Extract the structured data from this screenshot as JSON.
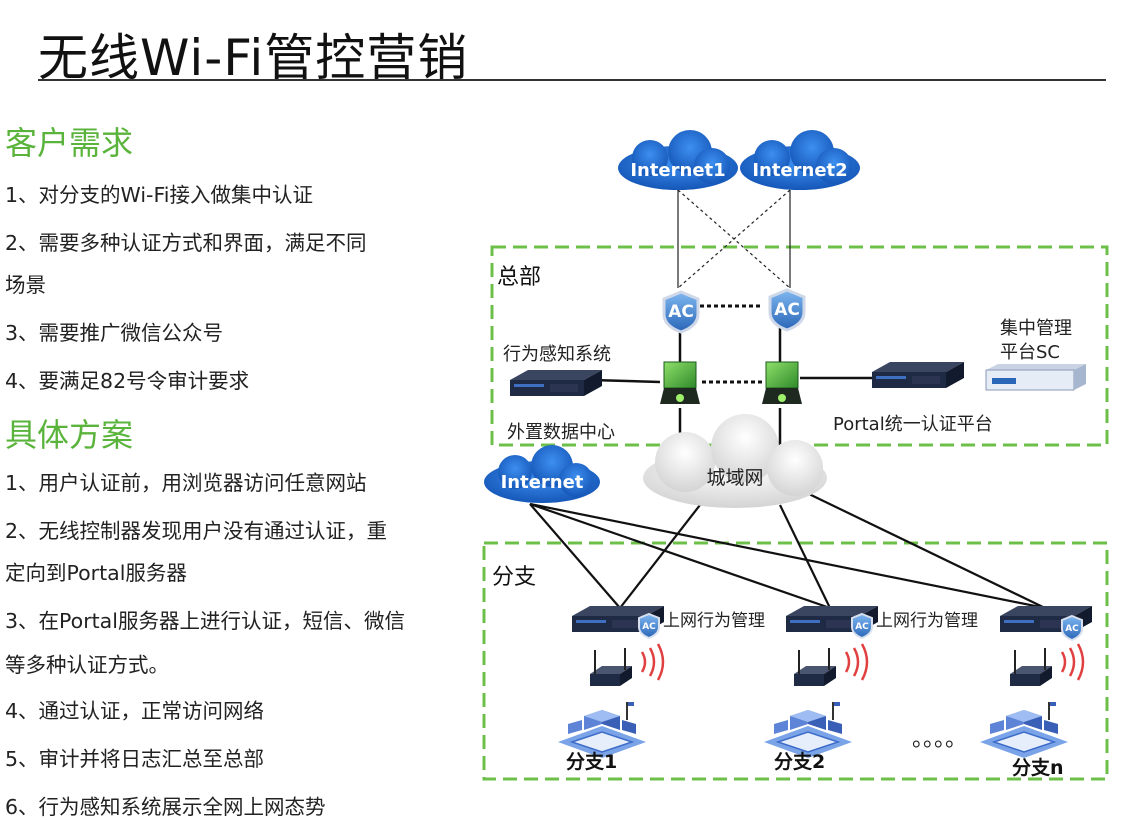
{
  "title": "无线Wi-Fi管控营销",
  "left": {
    "demand_heading": "客户需求",
    "demand_lines": [
      "1、对分支的Wi-Fi接入做集中认证",
      "2、需要多种认证方式和界面，满足不同",
      "场景",
      "3、需要推广微信公众号",
      "4、要满足82号令审计要求"
    ],
    "solution_heading": "具体方案",
    "solution_lines": [
      "1、用户认证前，用浏览器访问任意网站",
      "2、无线控制器发现用户没有通过认证，重",
      "定向到Portal服务器",
      "3、在Portal服务器上进行认证，短信、微信",
      "等多种认证方式。",
      "4、通过认证，正常访问网络",
      "5、审计并将日志汇总至总部",
      "6、行为感知系统展示全网上网态势"
    ]
  },
  "diagram": {
    "internet1": "Internet1",
    "internet2": "Internet2",
    "internet": "Internet",
    "hq_label": "总部",
    "ac_label": "AC",
    "behavior_system": "行为感知系统",
    "external_datacenter": "外置数据中心",
    "central_mgmt_line1": "集中管理",
    "central_mgmt_line2": "平台SC",
    "portal_platform": "Portal统一认证平台",
    "metro_network": "城域网",
    "branch_label": "分支",
    "behavior_mgmt": "上网行为管理",
    "branch1": "分支1",
    "branch2": "分支2",
    "branchn": "分支n",
    "ellipsis": "。。。。"
  },
  "colors": {
    "accent_green": "#5ab43c",
    "dashed_green": "#6cc04a",
    "cloud_blue": "#1e6fd1",
    "device_dark": "#1f2a44"
  }
}
